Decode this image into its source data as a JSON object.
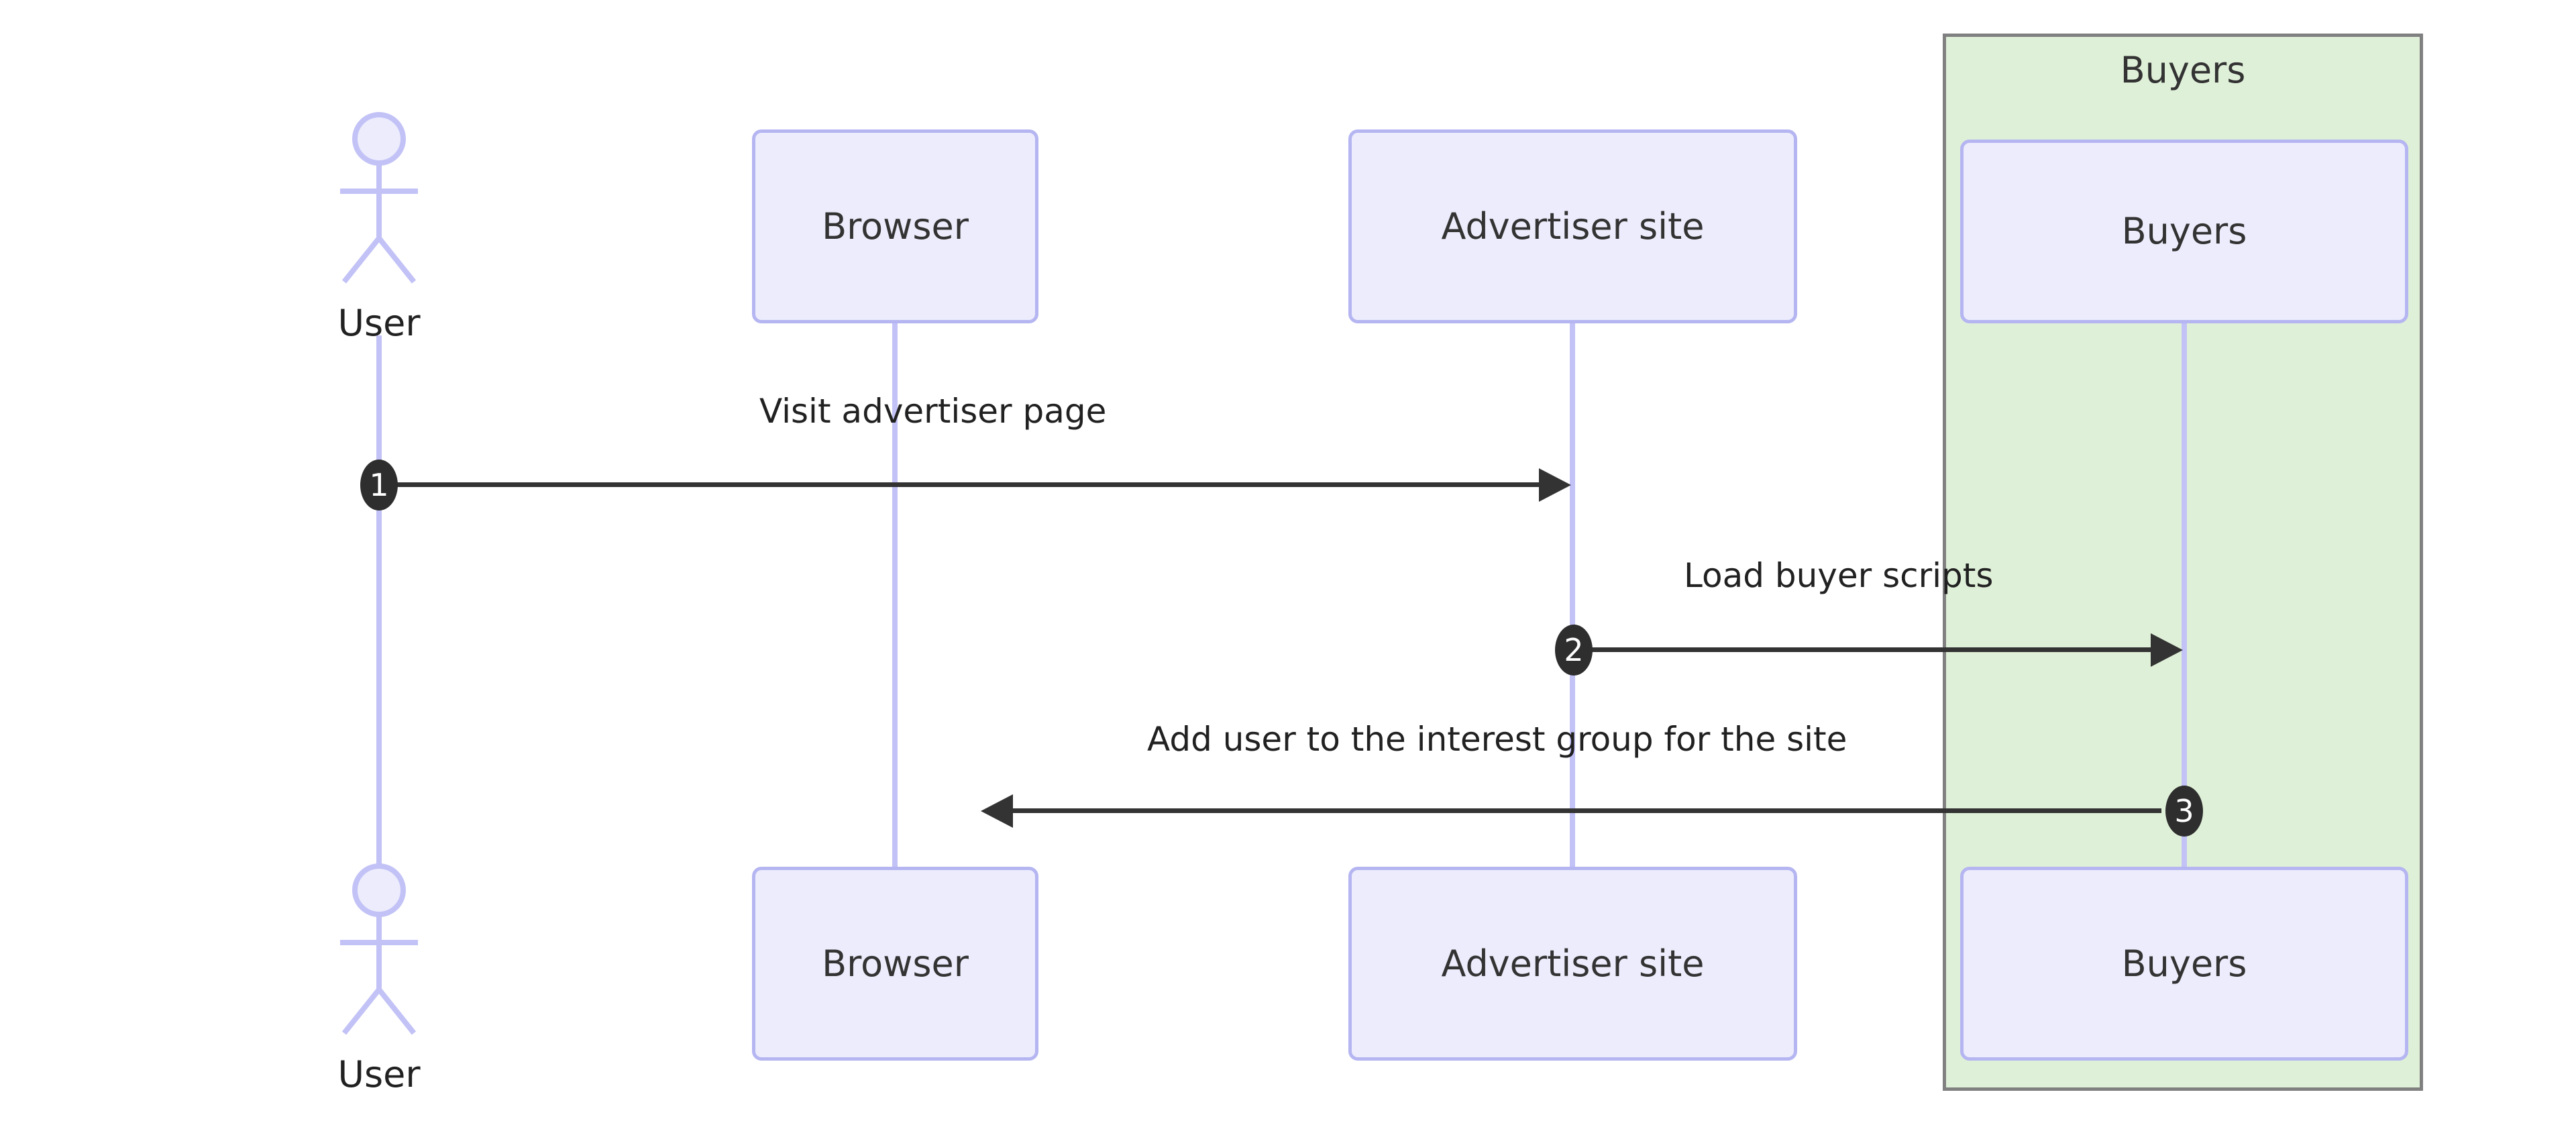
{
  "diagram": {
    "type": "sequence-diagram",
    "title": "",
    "background_color": "#ffffff",
    "participant_fill": "#ececfc",
    "participant_border": "#b5b5f2",
    "lifeline_color": "#c2c2f7",
    "group_fill": "#dff0d8",
    "group_border": "#808080",
    "message_color": "#333333",
    "sequence_badge_color": "#2e2e2e"
  },
  "group": {
    "label": "Buyers"
  },
  "participants": [
    {
      "id": "user",
      "label": "User",
      "kind": "actor"
    },
    {
      "id": "browser",
      "label": "Browser",
      "kind": "box"
    },
    {
      "id": "advertiser",
      "label": "Advertiser site",
      "kind": "box"
    },
    {
      "id": "buyers",
      "label": "Buyers",
      "kind": "box"
    }
  ],
  "participants_bottom": [
    {
      "id": "user",
      "label": "User",
      "kind": "actor"
    },
    {
      "id": "browser",
      "label": "Browser",
      "kind": "box"
    },
    {
      "id": "advertiser",
      "label": "Advertiser site",
      "kind": "box"
    },
    {
      "id": "buyers",
      "label": "Buyers",
      "kind": "box"
    }
  ],
  "messages": [
    {
      "number": "1",
      "label": "Visit advertiser page",
      "from": "User",
      "to": "Advertiser site",
      "direction": "right"
    },
    {
      "number": "2",
      "label": "Load buyer scripts",
      "from": "Advertiser site",
      "to": "Buyers",
      "direction": "right"
    },
    {
      "number": "3",
      "label": "Add user to the interest group for the site",
      "from": "Buyers",
      "to": "Browser",
      "direction": "left"
    }
  ]
}
